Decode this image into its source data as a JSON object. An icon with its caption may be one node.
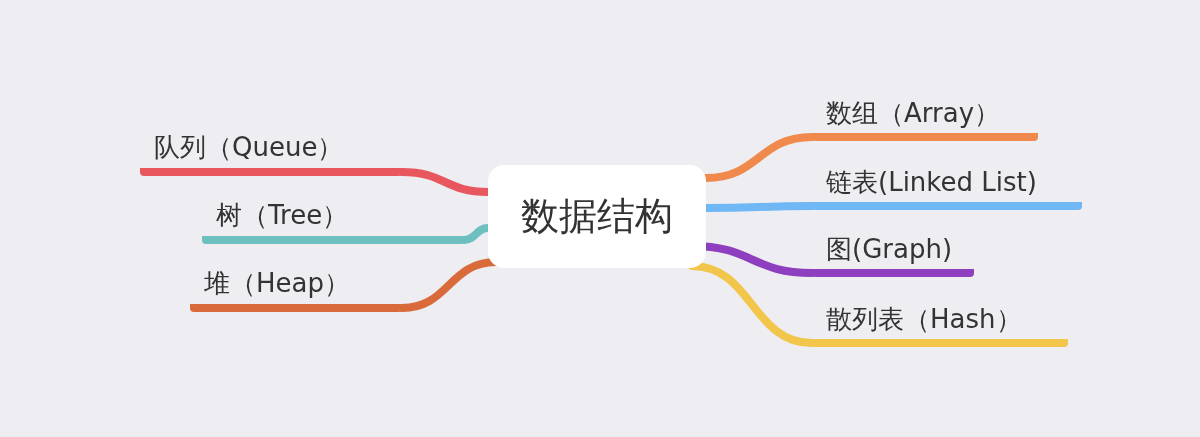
{
  "diagram": {
    "nodes": [
      {
        "text": [
          "数据结构"
        ]
      },
      {
        "text": [
          "队列（Queue）"
        ]
      },
      {
        "text": [
          "树（Tree）"
        ]
      },
      {
        "text": [
          "堆（Heap）"
        ]
      },
      {
        "text": [
          "数组（Array）"
        ]
      },
      {
        "text": [
          "链表(Linked List)"
        ]
      },
      {
        "text": [
          "图(Graph)"
        ]
      },
      {
        "text": [
          "散列表（Hash）"
        ]
      }
    ],
    "edges": [
      {
        "from": 0,
        "to": 1,
        "arrow": "none",
        "color": "#e8565e"
      },
      {
        "from": 0,
        "to": 2,
        "arrow": "none",
        "color": "#6dbfc0"
      },
      {
        "from": 0,
        "to": 3,
        "arrow": "none",
        "color": "#d96a3a"
      },
      {
        "from": 0,
        "to": 4,
        "arrow": "none",
        "color": "#ef8a4c"
      },
      {
        "from": 0,
        "to": 5,
        "arrow": "none",
        "color": "#6fb8f5"
      },
      {
        "from": 0,
        "to": 6,
        "arrow": "none",
        "color": "#8e3fbf"
      },
      {
        "from": 0,
        "to": 7,
        "arrow": "none",
        "color": "#f2c54b"
      }
    ]
  }
}
